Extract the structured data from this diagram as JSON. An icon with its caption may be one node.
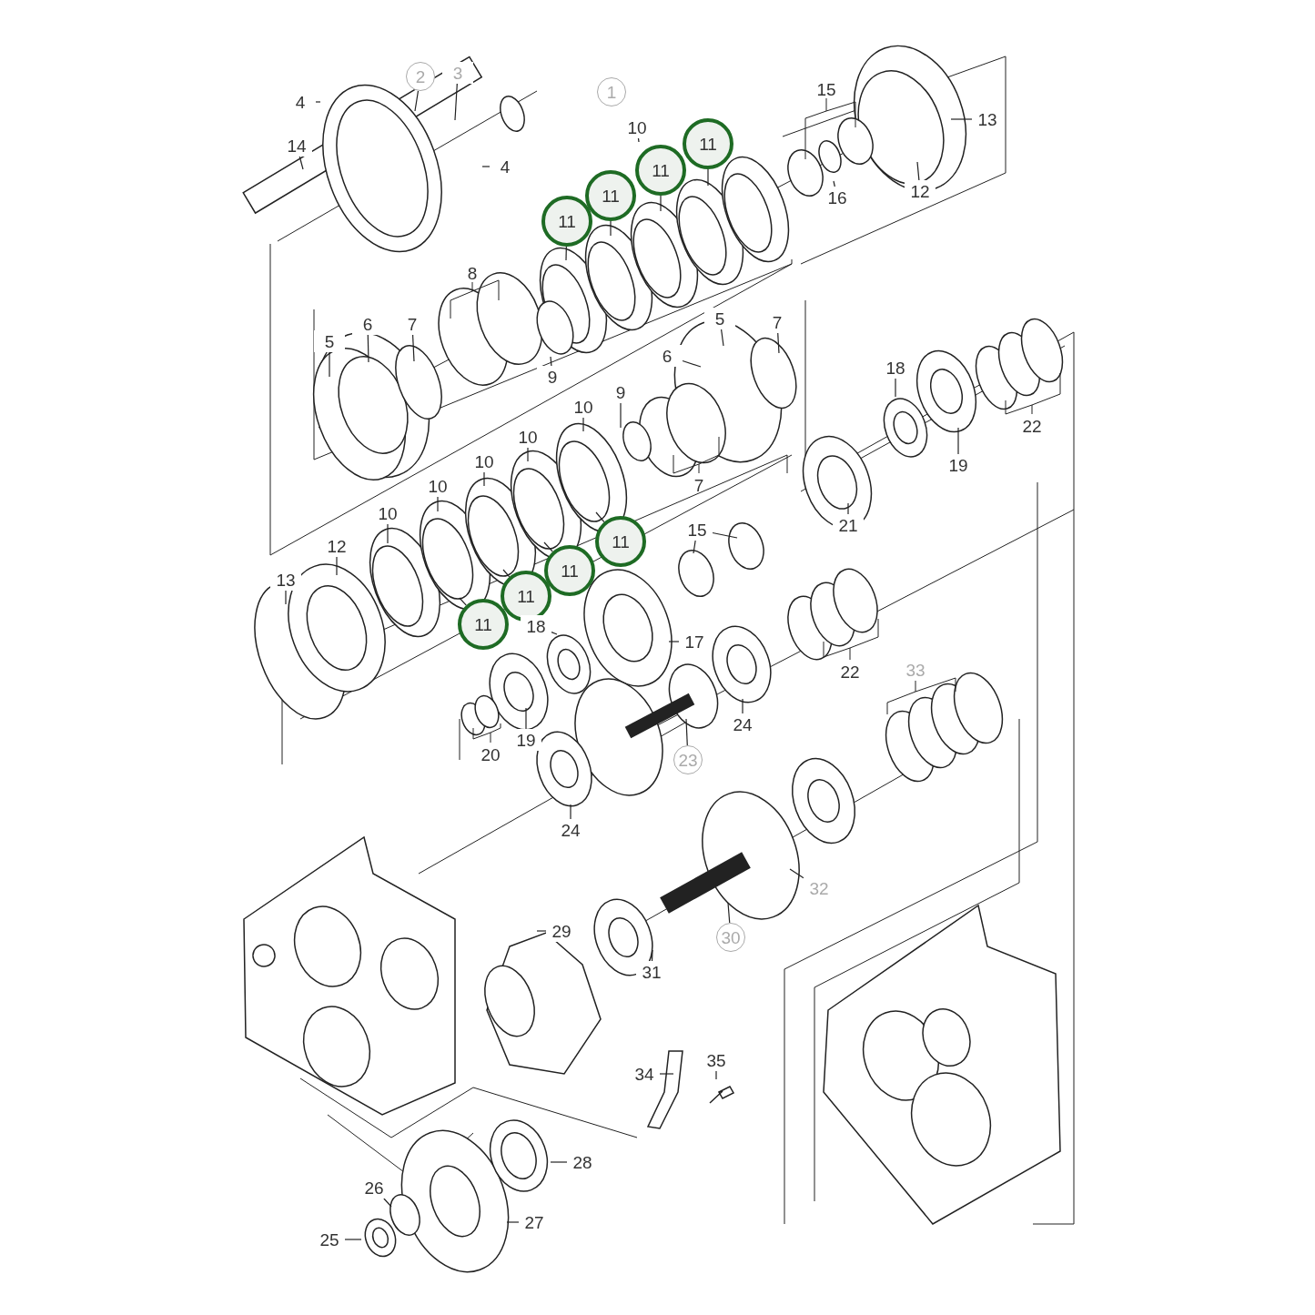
{
  "diagram": {
    "nodes": [
      {
        "text": [
          "2"
        ]
      },
      {
        "text": [
          "3"
        ]
      },
      {
        "text": [
          "4"
        ]
      },
      {
        "text": [
          "14"
        ]
      },
      {
        "text": [
          "4"
        ]
      },
      {
        "text": [
          "11"
        ]
      },
      {
        "text": [
          "11"
        ]
      },
      {
        "text": [
          "11"
        ]
      },
      {
        "text": [
          "11"
        ]
      },
      {
        "text": [
          "10"
        ]
      },
      {
        "text": [
          "13"
        ]
      },
      {
        "text": [
          "12"
        ]
      },
      {
        "text": [
          "16"
        ]
      },
      {
        "text": [
          "5"
        ]
      },
      {
        "text": [
          "6"
        ]
      },
      {
        "text": [
          "7"
        ]
      },
      {
        "text": [
          "9"
        ]
      },
      {
        "text": [
          "5"
        ]
      },
      {
        "text": [
          "6"
        ]
      },
      {
        "text": [
          "7"
        ]
      },
      {
        "text": [
          "9"
        ]
      },
      {
        "text": [
          "10"
        ]
      },
      {
        "text": [
          "10"
        ]
      },
      {
        "text": [
          "10"
        ]
      },
      {
        "text": [
          "10"
        ]
      },
      {
        "text": [
          "10"
        ]
      },
      {
        "text": [
          "12"
        ]
      },
      {
        "text": [
          "13"
        ]
      },
      {
        "text": [
          "11"
        ]
      },
      {
        "text": [
          "11"
        ]
      },
      {
        "text": [
          "11"
        ]
      },
      {
        "text": [
          "11"
        ]
      },
      {
        "text": [
          "18"
        ]
      },
      {
        "text": [
          "19"
        ]
      },
      {
        "text": [
          "21"
        ]
      },
      {
        "text": [
          "15"
        ]
      },
      {
        "text": [
          "18"
        ]
      },
      {
        "text": [
          "17"
        ]
      },
      {
        "text": [
          "19"
        ]
      },
      {
        "text": [
          "24"
        ]
      },
      {
        "text": [
          "23"
        ]
      },
      {
        "text": [
          "24"
        ]
      },
      {
        "text": [
          "32"
        ]
      },
      {
        "text": [
          "30"
        ]
      },
      {
        "text": [
          "29"
        ]
      },
      {
        "text": [
          "31"
        ]
      },
      {
        "text": [
          "34"
        ]
      },
      {
        "text": [
          "35"
        ]
      },
      {
        "text": [
          "28"
        ]
      },
      {
        "text": [
          "26"
        ]
      },
      {
        "text": [
          "27"
        ]
      },
      {
        "text": [
          "25"
        ]
      },
      {
        "text": [
          "1"
        ]
      }
    ],
    "edges": [
      {
        "from": 0,
        "to": null,
        "arrow": "none"
      },
      {
        "from": 1,
        "to": null,
        "arrow": "none"
      },
      {
        "from": 2,
        "to": null,
        "arrow": "none"
      },
      {
        "from": 3,
        "to": null,
        "arrow": "none"
      },
      {
        "from": 4,
        "to": null,
        "arrow": "none"
      },
      {
        "from": 5,
        "to": null,
        "arrow": "none"
      },
      {
        "from": 6,
        "to": null,
        "arrow": "none"
      },
      {
        "from": 7,
        "to": null,
        "arrow": "none"
      },
      {
        "from": 8,
        "to": null,
        "arrow": "none"
      },
      {
        "from": 9,
        "to": null,
        "arrow": "none"
      },
      {
        "from": 10,
        "to": null,
        "arrow": "none"
      },
      {
        "from": 11,
        "to": null,
        "arrow": "none"
      },
      {
        "from": 12,
        "to": null,
        "arrow": "none"
      },
      {
        "from": 13,
        "to": null,
        "arrow": "none"
      },
      {
        "from": 14,
        "to": null,
        "arrow": "none"
      },
      {
        "from": 15,
        "to": null,
        "arrow": "none"
      },
      {
        "from": 16,
        "to": null,
        "arrow": "none"
      },
      {
        "from": 17,
        "to": null,
        "arrow": "none"
      },
      {
        "from": 18,
        "to": null,
        "arrow": "none"
      },
      {
        "from": 19,
        "to": null,
        "arrow": "none"
      },
      {
        "from": 20,
        "to": null,
        "arrow": "none"
      },
      {
        "from": 21,
        "to": null,
        "arrow": "none"
      },
      {
        "from": 22,
        "to": null,
        "arrow": "none"
      },
      {
        "from": 23,
        "to": null,
        "arrow": "none"
      },
      {
        "from": 24,
        "to": null,
        "arrow": "none"
      },
      {
        "from": 25,
        "to": null,
        "arrow": "none"
      },
      {
        "from": 26,
        "to": null,
        "arrow": "none"
      },
      {
        "from": 27,
        "to": null,
        "arrow": "none"
      },
      {
        "from": 28,
        "to": null,
        "arrow": "none"
      },
      {
        "from": 29,
        "to": null,
        "arrow": "none"
      },
      {
        "from": 30,
        "to": null,
        "arrow": "none"
      },
      {
        "from": 31,
        "to": null,
        "arrow": "none"
      },
      {
        "from": 32,
        "to": null,
        "arrow": "none"
      },
      {
        "from": 33,
        "to": null,
        "arrow": "none"
      },
      {
        "from": 34,
        "to": null,
        "arrow": "none"
      },
      {
        "from": 35,
        "to": null,
        "arrow": "none"
      },
      {
        "from": 35,
        "to": null,
        "arrow": "none"
      },
      {
        "from": 36,
        "to": null,
        "arrow": "none"
      },
      {
        "from": 37,
        "to": null,
        "arrow": "none"
      },
      {
        "from": 38,
        "to": null,
        "arrow": "none"
      },
      {
        "from": 39,
        "to": null,
        "arrow": "none"
      },
      {
        "from": 40,
        "to": null,
        "arrow": "none"
      },
      {
        "from": 41,
        "to": null,
        "arrow": "none"
      },
      {
        "from": 42,
        "to": null,
        "arrow": "none"
      },
      {
        "from": 43,
        "to": null,
        "arrow": "none"
      },
      {
        "from": 44,
        "to": null,
        "arrow": "none"
      },
      {
        "from": 45,
        "to": null,
        "arrow": "none"
      },
      {
        "from": 46,
        "to": null,
        "arrow": "none"
      },
      {
        "from": 47,
        "to": null,
        "arrow": "none"
      },
      {
        "from": 48,
        "to": null,
        "arrow": "none"
      },
      {
        "from": 49,
        "to": null,
        "arrow": "none"
      },
      {
        "from": 50,
        "to": null,
        "arrow": "none"
      },
      {
        "from": 51,
        "to": null,
        "arrow": "none"
      }
    ],
    "labels": [
      "15",
      "8",
      "22",
      "7",
      "33",
      "22",
      "20"
    ]
  }
}
